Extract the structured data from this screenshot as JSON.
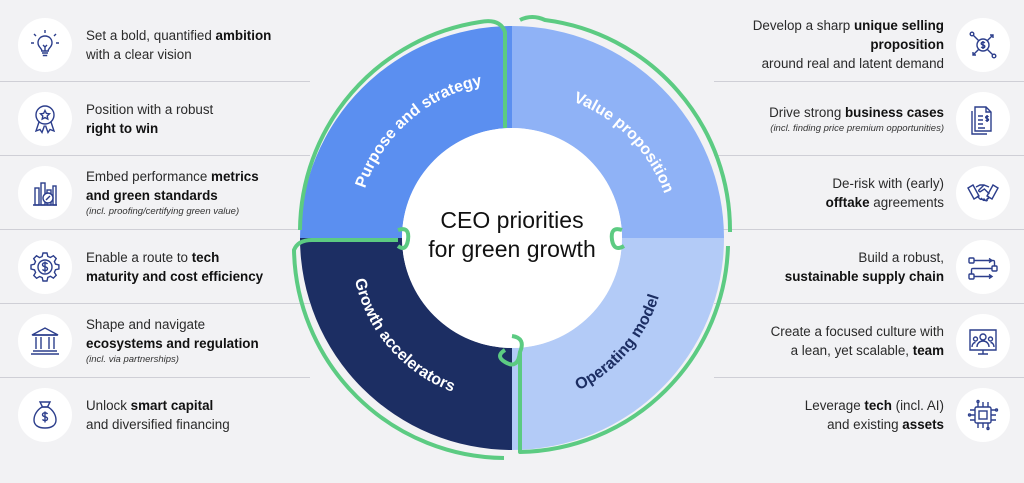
{
  "center_title": [
    "CEO priorities",
    "for green growth"
  ],
  "quadrants": {
    "purpose": "Purpose and strategy",
    "value": "Value proposition",
    "operating": "Operating model",
    "growth": "Growth accelerators"
  },
  "colors": {
    "background": "#f2f2f4",
    "purpose": "#5b8ff0",
    "value": "#8fb2f6",
    "operating": "#b3cbf7",
    "growth": "#1c2e63",
    "outline": "#5ccb82",
    "icon_stroke": "#2c3e8c"
  },
  "left_items": [
    {
      "icon": "lightbulb-icon",
      "t1": "Set a bold, quantified ",
      "b1": "ambition",
      "t2": "with a clear vision",
      "b2": "",
      "note": ""
    },
    {
      "icon": "award-ribbon-icon",
      "t1": "Position with a robust",
      "b1": "",
      "t2": "",
      "b2": "right to win",
      "note": ""
    },
    {
      "icon": "bar-chart-icon",
      "t1": "Embed performance ",
      "b1": "metrics",
      "t2": "",
      "b2": "and green standards",
      "note": "(incl. proofing/certifying green value)"
    },
    {
      "icon": "gear-dollar-icon",
      "t1": "Enable a route to ",
      "b1": "tech",
      "t2": "",
      "b2": "maturity and cost efficiency",
      "note": ""
    },
    {
      "icon": "institution-icon",
      "t1": "Shape and navigate",
      "b1": "",
      "t2": "",
      "b2": "ecosystems and regulation",
      "note": "(incl. via partnerships)"
    },
    {
      "icon": "money-bag-icon",
      "t1": "Unlock ",
      "b1": "smart capital",
      "t2": "and diversified financing",
      "b2": "",
      "note": ""
    }
  ],
  "right_items": [
    {
      "icon": "dollar-network-icon",
      "t1": "Develop a sharp ",
      "b1": "unique selling proposition",
      "t2": "around real and latent demand",
      "b2": "",
      "note": ""
    },
    {
      "icon": "document-dollar-icon",
      "t1": "Drive strong ",
      "b1": "business cases",
      "t2": "",
      "b2": "",
      "note": "(incl. finding price premium opportunities)"
    },
    {
      "icon": "handshake-icon",
      "t1": "De-risk with (early)",
      "b1": "",
      "t2": " agreements",
      "b2": "offtake",
      "note": ""
    },
    {
      "icon": "supply-chain-icon",
      "t1": "Build a robust,",
      "b1": "",
      "t2": "",
      "b2": "sustainable supply chain",
      "note": ""
    },
    {
      "icon": "team-icon",
      "t1": "Create a focused culture with",
      "b1": "",
      "t2": "a lean, yet scalable, ",
      "b2": "team",
      "note": ""
    },
    {
      "icon": "microchip-icon",
      "t1": "Leverage ",
      "b1": "tech",
      "t1b": " (incl. AI)",
      "t2": "and existing ",
      "b2": "assets",
      "note": ""
    }
  ]
}
